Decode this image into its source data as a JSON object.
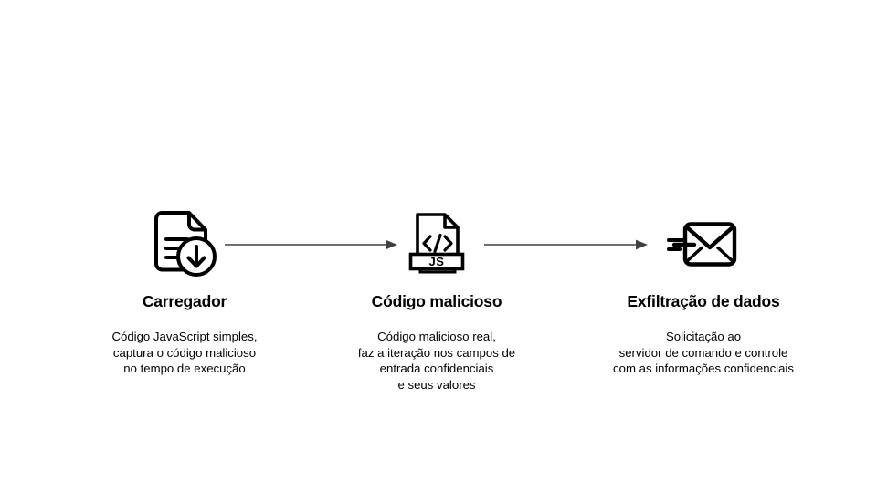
{
  "diagram": {
    "background_color": "#ffffff",
    "ink_color": "#000000",
    "arrow_color": "#404040",
    "stages": [
      {
        "id": "loader",
        "icon_name": "document-download-icon",
        "title": "Carregador",
        "description": "Código JavaScript simples,\ncaptura o código malicioso\nno tempo de execução"
      },
      {
        "id": "malicious-code",
        "icon_name": "js-code-file-icon",
        "icon_badge_label": "JS",
        "icon_code_glyph": "</>",
        "title": "Código malicioso",
        "description": "Código malicioso real,\nfaz a iteração nos campos de\nentrada confidenciais\ne seus valores"
      },
      {
        "id": "data-exfiltration",
        "icon_name": "send-envelope-icon",
        "title": "Exfiltração de dados",
        "description": "Solicitação ao\nservidor de comando e controle\ncom as informações confidenciais"
      }
    ],
    "connectors": [
      {
        "id": "arrow-1",
        "icon_name": "arrow-right-icon",
        "from": "loader",
        "to": "malicious-code"
      },
      {
        "id": "arrow-2",
        "icon_name": "arrow-right-icon",
        "from": "malicious-code",
        "to": "data-exfiltration"
      }
    ]
  }
}
